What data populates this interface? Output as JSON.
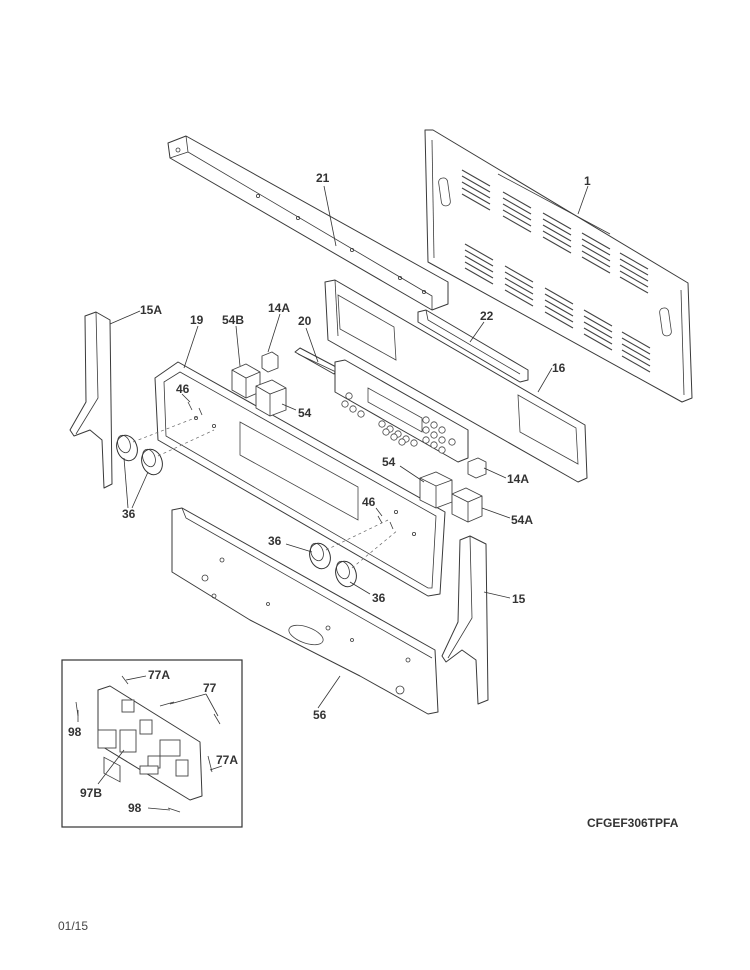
{
  "model_code": "CFGEF306TPFA",
  "date_code": "01/15",
  "callouts": {
    "c1": "1",
    "c21": "21",
    "c15a": "15A",
    "c19": "19",
    "c54b": "54B",
    "c14a_top": "14A",
    "c20": "20",
    "c22": "22",
    "c16": "16",
    "c46_left": "46",
    "c54_top": "54",
    "c36_left": "36",
    "c54_right": "54",
    "c14a_right": "14A",
    "c54a": "54A",
    "c46_mid": "46",
    "c36_mid": "36",
    "c36_right": "36",
    "c15": "15",
    "c56": "56",
    "c77a_top": "77A",
    "c77": "77",
    "c98_left": "98",
    "c97b": "97B",
    "c77a_bottom": "77A",
    "c98_bottom": "98"
  }
}
